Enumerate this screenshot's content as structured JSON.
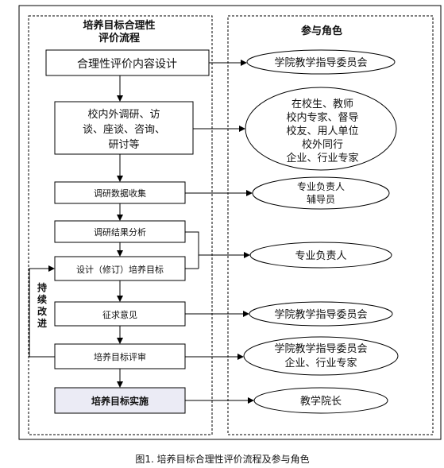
{
  "left_panel": {
    "title_line1": "培养目标合理性",
    "title_line2": "评价流程",
    "steps": [
      {
        "label": "合理性评价内容设计"
      },
      {
        "lines": [
          "校内外调研、访",
          "谈、座谈、咨询、",
          "研讨等"
        ]
      },
      {
        "label": "调研数据收集"
      },
      {
        "label": "调研结果分析"
      },
      {
        "label": "设计（修订）培养目标"
      },
      {
        "label": "征求意见"
      },
      {
        "label": "培养目标评审"
      },
      {
        "label": "培养目标实施"
      }
    ],
    "loop_label": [
      "持",
      "续",
      "改",
      "进"
    ]
  },
  "right_panel": {
    "title": "参与角色",
    "roles": [
      {
        "lines": [
          "学院教学指导委员会"
        ]
      },
      {
        "lines": [
          "在校生、教师",
          "校内专家、督导",
          "校友、用人单位",
          "校外同行",
          "企业、行业专家"
        ]
      },
      {
        "lines": [
          "专业负责人",
          "辅导员"
        ]
      },
      {
        "lines": [
          "专业负责人"
        ]
      },
      {
        "lines": [
          "学院教学指导委员会"
        ]
      },
      {
        "lines": [
          "学院教学指导委员会",
          "企业、行业专家"
        ]
      },
      {
        "lines": [
          "教学院长"
        ]
      }
    ]
  },
  "caption": "图1. 培养目标合理性评价流程及参与角色",
  "colors": {
    "final_step_fill": "#ebebf5",
    "line": "#000000"
  }
}
